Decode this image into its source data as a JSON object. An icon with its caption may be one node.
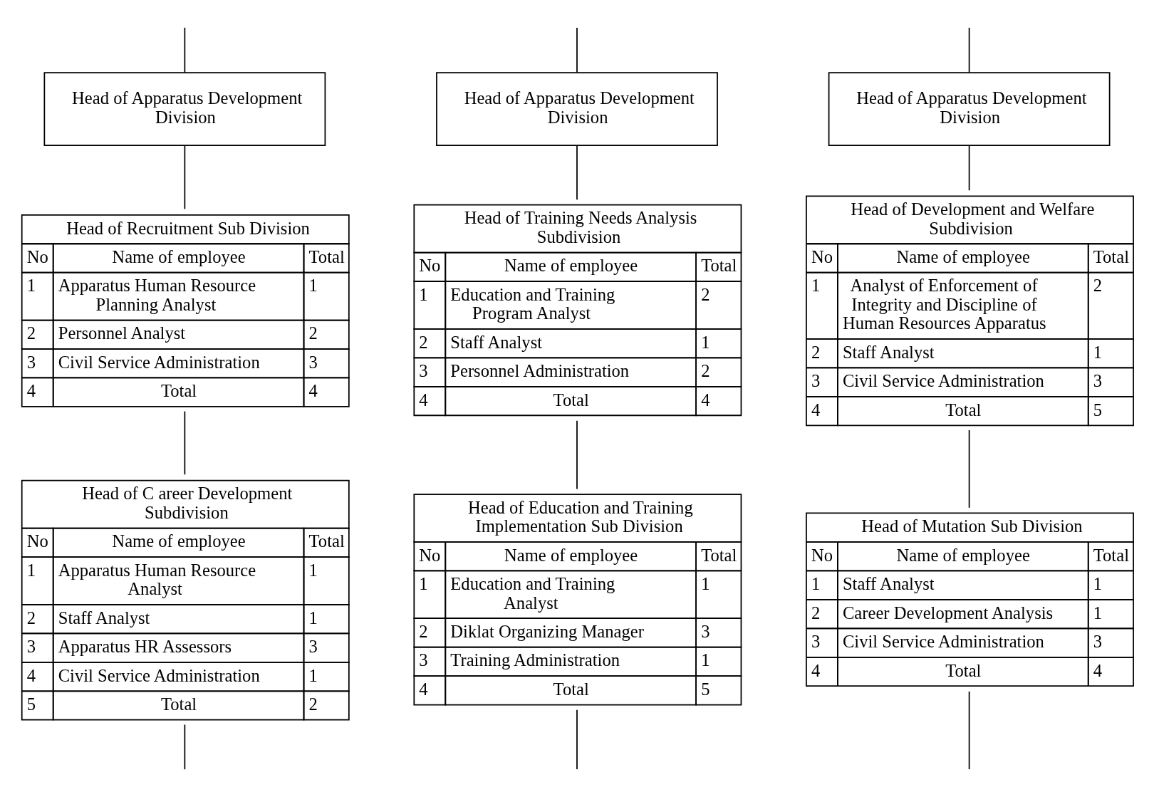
{
  "diagram": {
    "nodes": [
      {
        "text": [
          "Head of Apparatus Development Division"
        ]
      },
      {
        "text": [
          "Head of Apparatus Development Division"
        ]
      },
      {
        "text": [
          "Head of Apparatus Development Division"
        ]
      },
      {
        "text": [
          "Head of Recruitment Sub Division",
          "No",
          "Name of employee",
          "Total",
          "1",
          "Apparatus Human Resource Planning Analyst",
          "1",
          "2",
          "Personnel Analyst",
          "2",
          "3",
          "Civil Service Administration",
          "3",
          "4",
          "Total",
          "4"
        ]
      },
      {
        "text": [
          "Head of C areer Development Subdivision",
          "No",
          "Name of employee",
          "Total",
          "1",
          "Apparatus Human Resource Analyst",
          "1",
          "2",
          "Staff Analyst",
          "1",
          "3",
          "Apparatus HR Assessors",
          "3",
          "4",
          "Civil Service Administration",
          "1",
          "5",
          "Total",
          "2"
        ]
      },
      {
        "text": [
          "Head of Training Needs Analysis Subdivision",
          "No",
          "Name of employee",
          "Total",
          "1",
          "Education and Training Program Analyst",
          "2",
          "2",
          "Staff Analyst",
          "1",
          "3",
          "Personnel Administration",
          "2",
          "4",
          "Total",
          "4"
        ]
      },
      {
        "text": [
          "Head of Education and Training Implementation Sub Division",
          "No",
          "Name of employee",
          "Total",
          "1",
          "Education and Training Analyst",
          "1",
          "2",
          "Diklat Organizing Manager",
          "3",
          "3",
          "Training Administration",
          "1",
          "4",
          "Total",
          "5"
        ]
      },
      {
        "text": [
          "Head of Development and Welfare Subdivision",
          "No",
          "Name of employee",
          "Total",
          "1",
          "Analyst of Enforcement of Integrity and Discipline of Human Resources Apparatus",
          "2",
          "2",
          "Staff Analyst",
          "1",
          "3",
          "Civil Service Administration",
          "3",
          "4",
          "Total",
          "5"
        ]
      },
      {
        "text": [
          "Head of Mutation Sub Division",
          "No",
          "Name of employee",
          "Total",
          "1",
          "Staff Analyst",
          "1",
          "2",
          "Career Development Analysis",
          "1",
          "3",
          "Civil Service Administration",
          "3",
          "4",
          "Total",
          "4"
        ]
      }
    ],
    "edges": [
      {
        "from": null,
        "to": 0,
        "arrow": "none"
      },
      {
        "from": null,
        "to": 1,
        "arrow": "none"
      },
      {
        "from": null,
        "to": 2,
        "arrow": "none"
      },
      {
        "from": 0,
        "to": 3,
        "arrow": "none"
      },
      {
        "from": 3,
        "to": 4,
        "arrow": "none"
      },
      {
        "from": 4,
        "to": null,
        "arrow": "none"
      },
      {
        "from": 1,
        "to": 5,
        "arrow": "none"
      },
      {
        "from": 5,
        "to": 6,
        "arrow": "none"
      },
      {
        "from": 6,
        "to": null,
        "arrow": "none"
      },
      {
        "from": 2,
        "to": 7,
        "arrow": "none"
      },
      {
        "from": 7,
        "to": 8,
        "arrow": "none"
      },
      {
        "from": 8,
        "to": null,
        "arrow": "none"
      }
    ]
  }
}
